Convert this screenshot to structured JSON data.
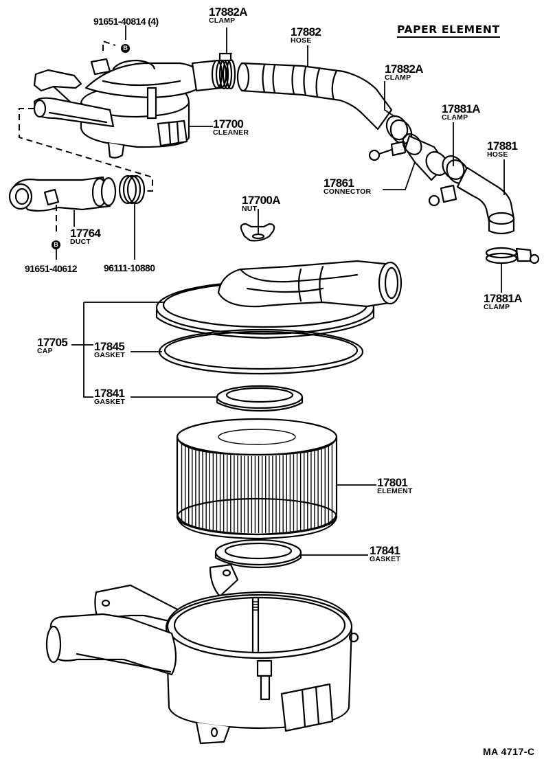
{
  "diagram": {
    "title": "PAPER ELEMENT",
    "figure_code": "MA 4717-C",
    "bolt_symbol": "B",
    "parts": {
      "bolt_upper": {
        "number": "91651-40814 (4)",
        "name": ""
      },
      "clamp_upper_left": {
        "number": "17882A",
        "name": "CLAMP"
      },
      "hose_upper": {
        "number": "17882",
        "name": "HOSE"
      },
      "clamp_upper_mid": {
        "number": "17882A",
        "name": "CLAMP"
      },
      "clamp_right": {
        "number": "17881A",
        "name": "CLAMP"
      },
      "hose_right": {
        "number": "17881",
        "name": "HOSE"
      },
      "cleaner": {
        "number": "17700",
        "name": "CLEANER"
      },
      "connector": {
        "number": "17861",
        "name": "CONNECTOR"
      },
      "nut": {
        "number": "17700A",
        "name": "NUT"
      },
      "duct": {
        "number": "17764",
        "name": "DUCT"
      },
      "bolt_lower": {
        "number": "91651-40612",
        "name": ""
      },
      "clamp_duct": {
        "number": "96111-10880",
        "name": ""
      },
      "clamp_lower_right": {
        "number": "17881A",
        "name": "CLAMP"
      },
      "cap": {
        "number": "17705",
        "name": "CAP"
      },
      "gasket_cap": {
        "number": "17845",
        "name": "GASKET"
      },
      "gasket_upper": {
        "number": "17841",
        "name": "GASKET"
      },
      "element": {
        "number": "17801",
        "name": "ELEMENT"
      },
      "gasket_lower": {
        "number": "17841",
        "name": "GASKET"
      }
    }
  }
}
